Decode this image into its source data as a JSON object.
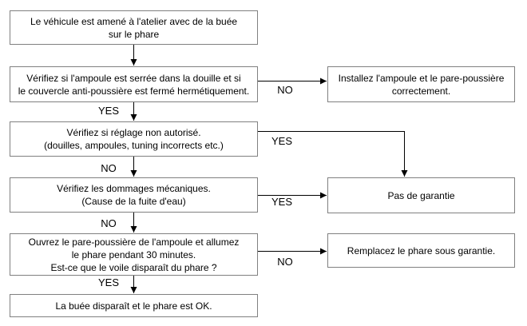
{
  "diagram": {
    "type": "flowchart",
    "language": "fr",
    "colors": {
      "background": "#ffffff",
      "box_border": "#808080",
      "connector": "#000000",
      "text": "#000000"
    },
    "boxes": {
      "intake": {
        "lines": [
          "Le véhicule est amené à l'atelier avec de la buée",
          "sur le phare"
        ]
      },
      "check_bulb": {
        "lines": [
          "Vérifiez si l'ampoule est serrée dans la douille et si",
          "le couvercle anti-poussière est fermé hermétiquement."
        ]
      },
      "check_tuning": {
        "lines": [
          "Vérifiez si réglage non autorisé.",
          "(douilles, ampoules, tuning incorrects etc.)"
        ]
      },
      "check_damage": {
        "lines": [
          "Vérifiez les dommages mécaniques.",
          "(Cause de la fuite d'eau)"
        ]
      },
      "open_cover": {
        "lines": [
          "Ouvrez le pare-poussière de l'ampoule et allumez",
          "le phare pendant 30 minutes.",
          "Est-ce que le voile disparaît du phare ?"
        ]
      },
      "ok": {
        "lines": [
          "La buée disparaît et le phare est OK."
        ]
      },
      "install": {
        "lines": [
          "Installez l'ampoule et le pare-poussière",
          "correctement."
        ]
      },
      "no_warranty": {
        "lines": [
          "Pas de garantie"
        ]
      },
      "replace": {
        "lines": [
          "Remplacez le phare sous garantie."
        ]
      }
    },
    "branch_labels": {
      "bulb_no": "NO",
      "bulb_yes": "YES",
      "tuning_yes": "YES",
      "tuning_no": "NO",
      "damage_yes": "YES",
      "damage_no": "NO",
      "voile_no": "NO",
      "voile_yes": "YES"
    }
  }
}
